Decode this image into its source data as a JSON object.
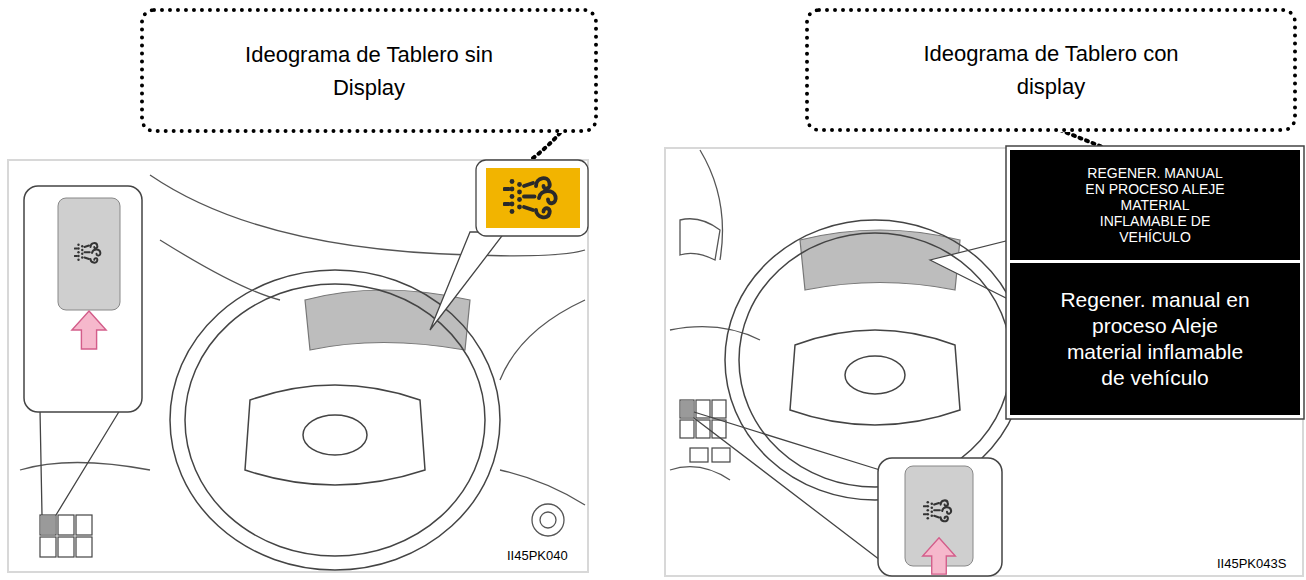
{
  "diagram": {
    "nodes": [
      {
        "text": [
          "Ideograma de Tablero sin Display"
        ]
      },
      {
        "text": [
          "Ideograma de Tablero con display"
        ]
      },
      {
        "text": [
          "REGENER. MANUAL EN PROCESO ALEJE MATERIAL INFLAMABLE DE VEHÍCULO"
        ]
      },
      {
        "text": [
          "Regener. manual en proceso Aleje material inflamable de vehículo"
        ]
      }
    ],
    "labels": [
      "II45PK040",
      "II45PK043S"
    ]
  }
}
